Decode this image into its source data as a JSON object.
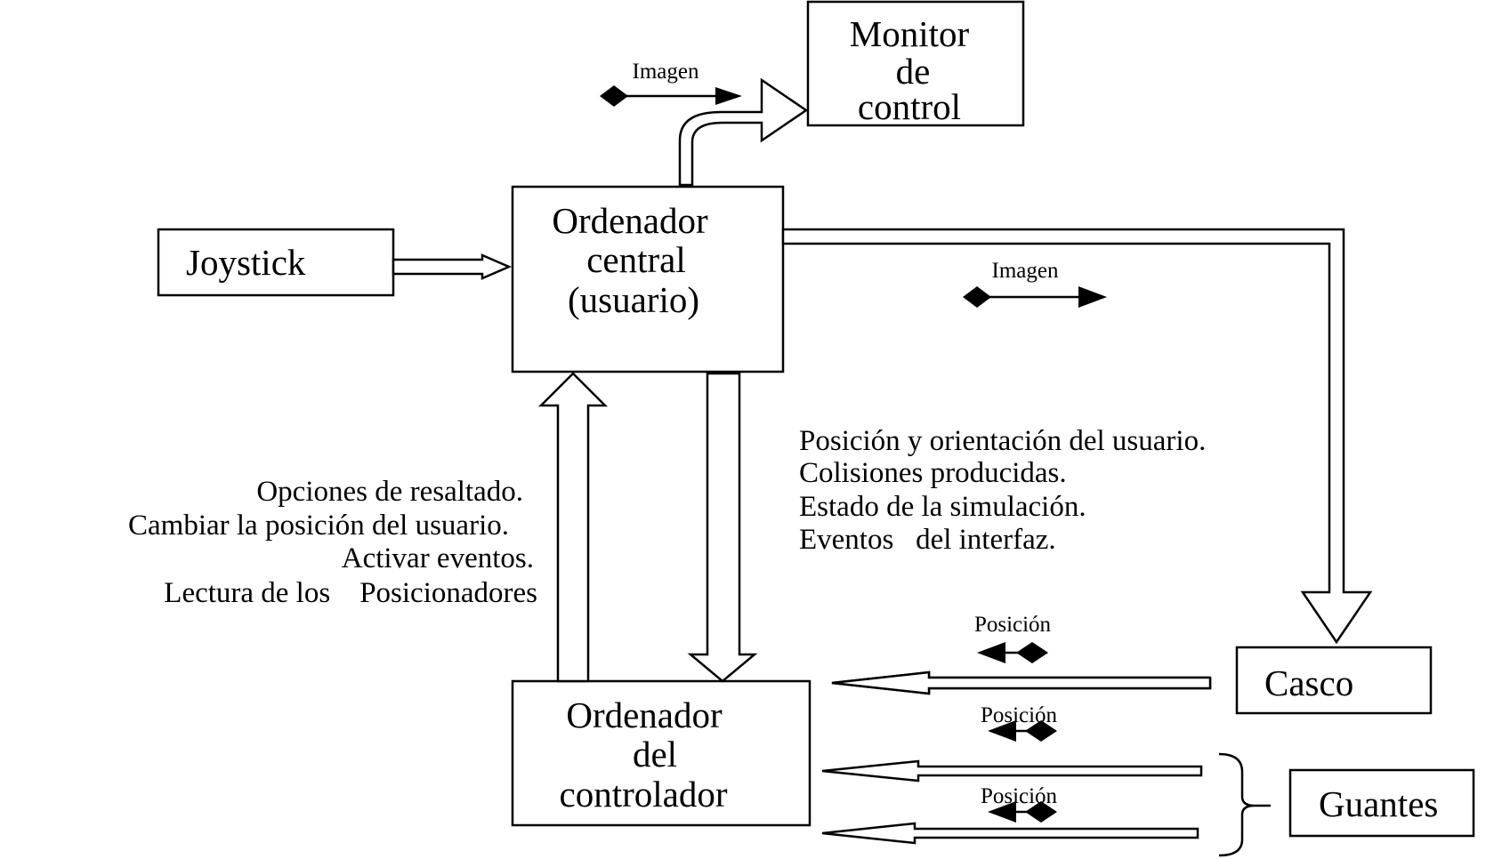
{
  "boxes": {
    "monitor": [
      "Monitor",
      "de",
      "control"
    ],
    "central": [
      "Ordenador",
      "central",
      "(usuario)"
    ],
    "joystick": "Joystick",
    "controlador": [
      "Ordenador",
      "del",
      "controlador"
    ],
    "casco": "Casco",
    "guantes": "Guantes"
  },
  "labels": {
    "imagen_monitor": "Imagen",
    "imagen_casco": "Imagen",
    "posicion_casco": "Posición",
    "posicion_guante_1": "Posición",
    "posicion_guante_2": "Posición"
  },
  "left_notes": [
    "Opciones de resaltado.",
    "Cambiar la posición del usuario.",
    "Activar eventos.",
    "Lectura de los    Posicionadores"
  ],
  "right_notes": [
    "Posición y orientación del usuario.",
    "Colisiones producidas.",
    "Estado de la simulación.",
    "Eventos   del interfaz."
  ]
}
